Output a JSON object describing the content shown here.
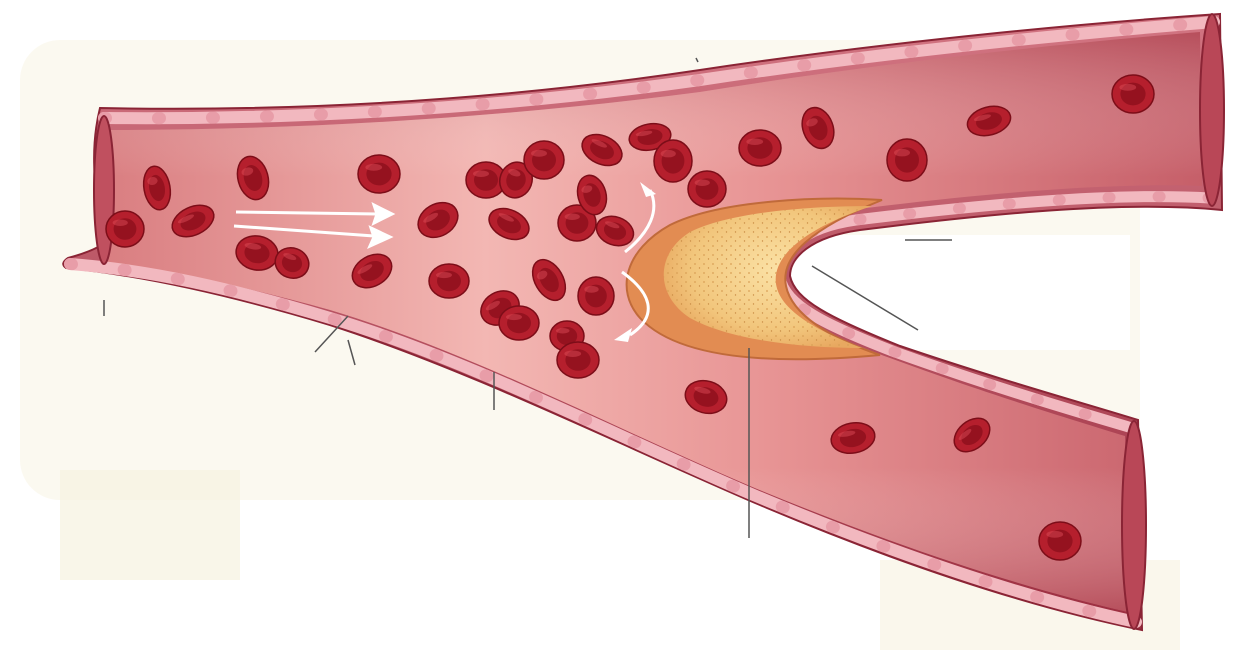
{
  "diagram": {
    "colors": {
      "background": "#ffffff",
      "smudge": "#f7f2df",
      "wall_outer": "#a83a4a",
      "wall_mid": "#c9606f",
      "lining": "#f2b8bf",
      "lining_cell": "#f7cdd2",
      "lumen_light": "#f1b0ae",
      "lumen_mid": "#de8584",
      "lumen_dark": "#9f3444",
      "rbc_outer": "#b51f2d",
      "rbc_center": "#8f111d",
      "plaque_outer": "#e28c52",
      "plaque_inner": "#f5cf8c",
      "arrow": "#ffffff",
      "leader_line": "#555555"
    },
    "elements": [
      "artery",
      "arterial-wall",
      "endothelial-lining",
      "lumen",
      "red-blood-cells",
      "plaque",
      "blood-flow-arrows",
      "turbulent-flow-arrows",
      "label-leader-lines"
    ],
    "labels": []
  }
}
